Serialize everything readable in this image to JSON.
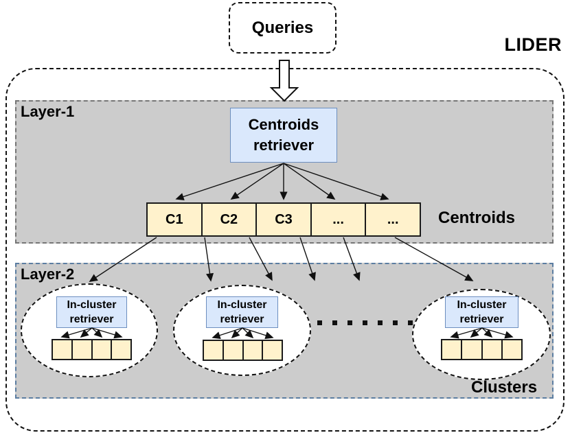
{
  "title": "LIDER",
  "queries": {
    "label": "Queries"
  },
  "layer1": {
    "label": "Layer-1",
    "retriever_label": "Centroids retriever",
    "cells": [
      "C1",
      "C2",
      "C3",
      "...",
      "..."
    ],
    "caption": "Centroids"
  },
  "layer2": {
    "label": "Layer-2",
    "caption": "Clusters",
    "clusters": [
      {
        "retriever_label": "In-cluster retriever"
      },
      {
        "retriever_label": "In-cluster retriever"
      },
      {
        "retriever_label": "In-cluster retriever"
      }
    ]
  },
  "colors": {
    "panel_gray": "#cccccc",
    "retriever_fill": "#dae8fc",
    "retriever_border": "#6c8ebf",
    "cell_fill": "#fff2cc",
    "cell_border": "#1a1a1a",
    "layer1_border": "#757575",
    "layer2_border": "#5b7da1",
    "dashed_outline": "#111111"
  }
}
